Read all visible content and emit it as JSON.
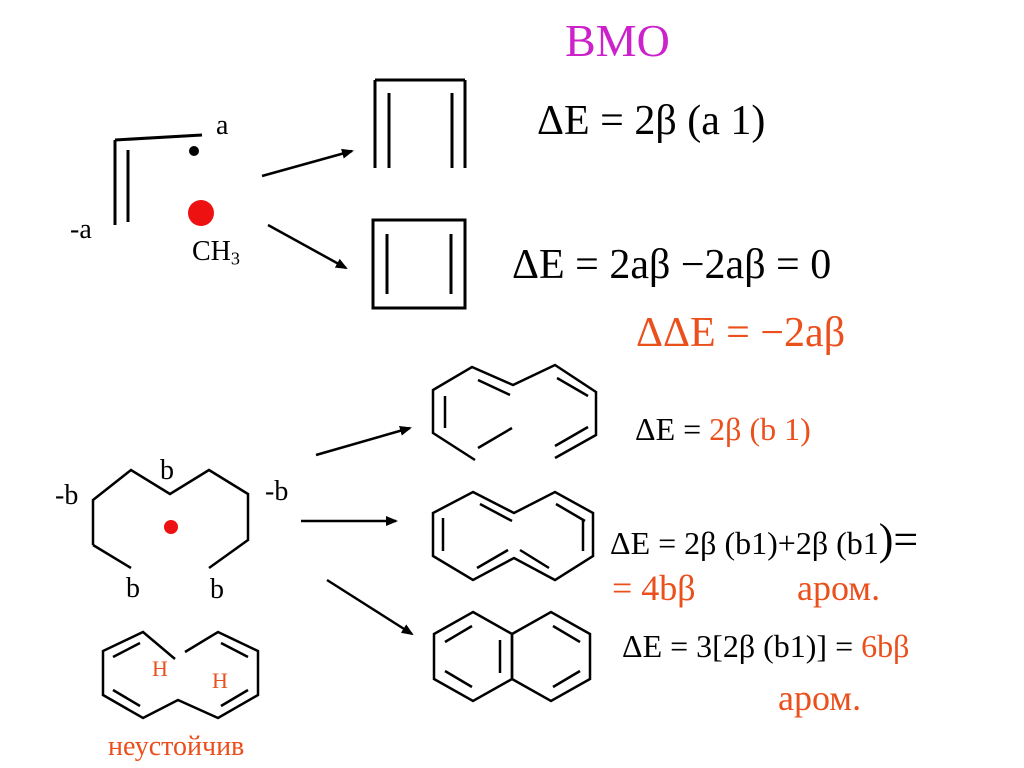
{
  "title": "BMO",
  "colors": {
    "title": "#cc22cc",
    "accent": "#ea4f1c",
    "ink": "#000000",
    "dot_red": "#ee1111"
  },
  "reaction1": {
    "label_a": "a",
    "label_minus_a": "-a",
    "label_ch": "CH",
    "label_ch_sub": "3",
    "eq_open": "ΔE = 2β (a 1)",
    "eq_closed": "ΔE = 2aβ −2aβ = 0",
    "delta_delta": "ΔΔE = −2aβ"
  },
  "reaction2": {
    "label_b_top": "b",
    "label_b_left": "-b",
    "label_b_right": "-b",
    "label_b_bottom_left": "b",
    "label_b_bottom_right": "b",
    "eq1_prefix": "ΔE = ",
    "eq1_value": "2β (b 1)",
    "eq2_main": "ΔE = 2β (b1)+2β (b1",
    "eq2_close": ")=",
    "eq2_result": "= 4bβ",
    "eq2_arom": "аром.",
    "eq3_main": "ΔE = 3[2β (b1)] = ",
    "eq3_value": "6bβ",
    "eq3_arom": "аром."
  },
  "unstable": {
    "h1": "H",
    "h2": "H",
    "caption": "неустойчив"
  }
}
